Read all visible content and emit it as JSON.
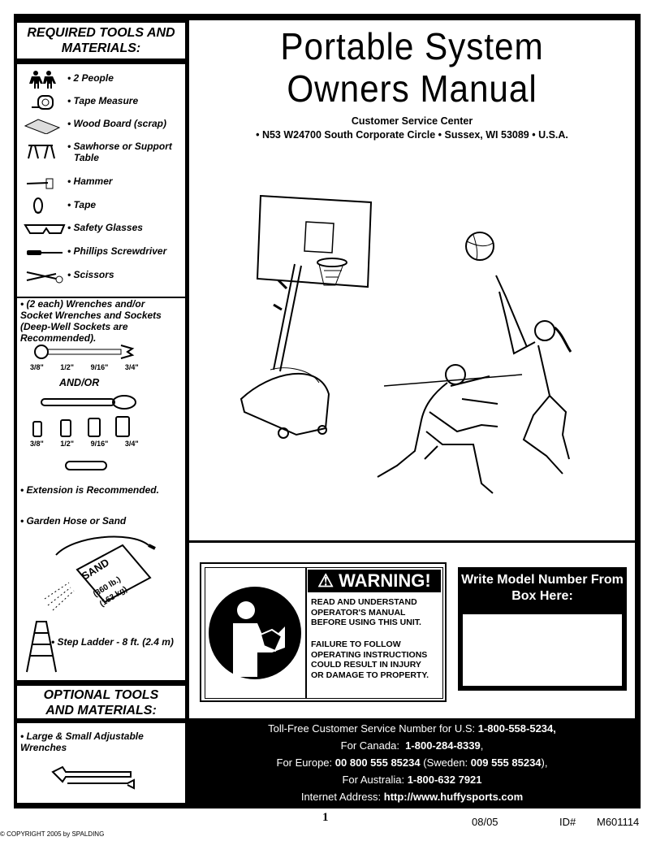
{
  "sidebar": {
    "required_heading": "REQUIRED TOOLS AND MATERIALS:",
    "tools": [
      {
        "icon": "two-people-icon",
        "label": "• 2 People"
      },
      {
        "icon": "tape-measure-icon",
        "label": "• Tape Measure"
      },
      {
        "icon": "wood-board-icon",
        "label": "• Wood Board (scrap)"
      },
      {
        "icon": "sawhorse-icon",
        "label": "• Sawhorse or Support"
      },
      {
        "icon": "hammer-icon",
        "label": "• Hammer"
      },
      {
        "icon": "tape-icon",
        "label": "• Tape"
      },
      {
        "icon": "safety-glasses-icon",
        "label": "• Safety Glasses"
      },
      {
        "icon": "screwdriver-icon",
        "label": "• Phillips Screwdriver"
      },
      {
        "icon": "scissors-icon",
        "label": "• Scissors"
      }
    ],
    "sawhorse_line2": "Table",
    "wrenches_label": "• (2 each) Wrenches and/or Socket Wrenches and Sockets (Deep-Well Sockets are Recommended).",
    "sizes": [
      "3/8\"",
      "1/2\"",
      "9/16\"",
      "3/4\""
    ],
    "and_or": "AND/OR",
    "extension": "• Extension is Recommended.",
    "hose_sand": "• Garden Hose or Sand",
    "sand_bag": "SAND",
    "sand_weight": "(360 lb.)",
    "sand_weight_kg": "(163 kg)",
    "ladder": "• Step Ladder - 8 ft. (2.4 m)",
    "optional_heading": "OPTIONAL TOOLS AND MATERIALS:",
    "adjustable": "• Large & Small Adjustable Wrenches"
  },
  "main": {
    "title_line1": "Portable System",
    "title_line2": "Owners Manual",
    "service_center": "Customer Service Center",
    "address": "• N53 W24700 South Corporate Circle • Sussex, WI 53089 • U.S.A."
  },
  "warning": {
    "header": "WARNING!",
    "text1": "READ AND UNDERSTAND OPERATOR'S MANUAL BEFORE USING THIS UNIT.",
    "text2": "FAILURE TO FOLLOW OPERATING INSTRUCTIONS COULD RESULT IN INJURY OR DAMAGE TO PROPERTY."
  },
  "model_box": {
    "title": "Write Model Number From Box Here:"
  },
  "contact": {
    "us_label": "Toll-Free Customer Service Number for U.S:",
    "us_number": "1-800-558-5234,",
    "canada_label": "For Canada:",
    "canada_number": "1-800-284-8339",
    "europe_label": "For Europe:",
    "europe_number": "00 800 555 85234",
    "sweden_label": "(Sweden:",
    "sweden_number": "009 555 85234",
    "australia_label": "For Australia:",
    "australia_number": "1-800-632 7921",
    "internet_label": "Internet Address:",
    "internet_url": "http://www.huffysports.com"
  },
  "footer": {
    "page_number": "1",
    "date": "08/05",
    "id_label": "ID#",
    "id_value": "M601114",
    "copyright": "© COPYRIGHT 2005 by SPALDING"
  }
}
